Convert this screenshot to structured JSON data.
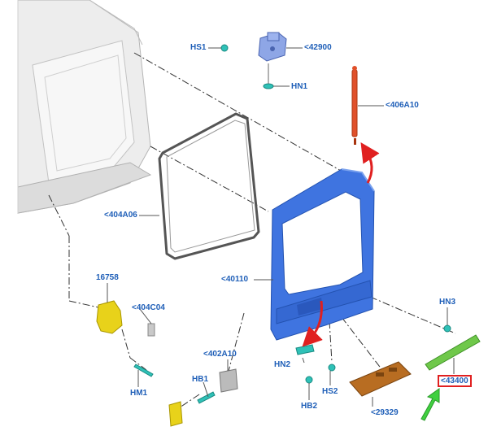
{
  "callouts": {
    "hs1": "HS1",
    "p42900": "<42900",
    "hn1": "HN1",
    "p406a10": "<406A10",
    "p404a06": "<404A06",
    "p40110": "<40110",
    "p16758": "16758",
    "p404c04": "<404C04",
    "p402a10": "<402A10",
    "hn2": "HN2",
    "hn3": "HN3",
    "hs2": "HS2",
    "hb1": "HB1",
    "hb2": "HB2",
    "hm1": "HM1",
    "p43400": "<43400",
    "p29329": "<29329"
  },
  "colors": {
    "label_text": "#1f5fb8",
    "highlight_box": "#e02020",
    "liftgate": "#3f74e0",
    "strut": "#e0502a",
    "spoiler": "#6fc84a",
    "latch_yellow": "#e8d21a",
    "fastener_teal": "#2fc1b7",
    "moulding_brown": "#b86d22",
    "arrow_red": "#e02020",
    "arrow_green": "#40d040",
    "body_shell": "#e4e4e4",
    "leader_line": "#333333"
  }
}
